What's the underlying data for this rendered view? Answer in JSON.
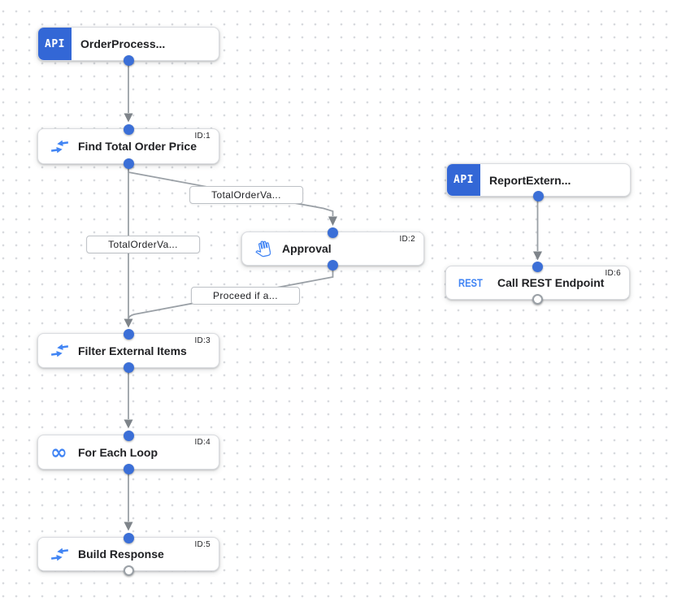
{
  "app": {
    "name": "Integration workflow designer canvas"
  },
  "colors": {
    "trigger_chip_blue": "#3367D6",
    "connector_dot_blue": "#3B6FD7",
    "task_icon_blue": "#4285F4",
    "edge_gray": "#9AA0A6",
    "arrowhead_gray": "#7E848A",
    "node_border": "#DADCE0",
    "grid_dot": "#D8DADE",
    "canvas_background": "#FFFFFF",
    "title_text": "#202124"
  },
  "nodes": {
    "trigger_order": {
      "chip": "API",
      "title": "OrderProcess...",
      "icon": "api-trigger-badge"
    },
    "find_total": {
      "title": "Find Total Order Price",
      "id": "ID:1",
      "icon": "data-mapping-icon"
    },
    "approval": {
      "title": "Approval",
      "id": "ID:2",
      "icon": "pan-tool-icon"
    },
    "filter_items": {
      "title": "Filter External Items",
      "id": "ID:3",
      "icon": "data-mapping-icon"
    },
    "for_each": {
      "title": "For Each Loop",
      "id": "ID:4",
      "icon": "infinity-icon",
      "glyph": "∞"
    },
    "build_response": {
      "title": "Build Response",
      "id": "ID:5",
      "icon": "data-mapping-icon"
    },
    "trigger_report": {
      "chip": "API",
      "title": "ReportExtern...",
      "icon": "api-trigger-badge"
    },
    "call_rest": {
      "title": "Call REST Endpoint",
      "id": "ID:6",
      "icon": "rest-badge",
      "badge": "REST"
    }
  },
  "edge_labels": {
    "find_total_to_approval": "TotalOrderVa...",
    "find_total_to_filter": "TotalOrderVa...",
    "approval_to_filter": "Proceed if a..."
  }
}
